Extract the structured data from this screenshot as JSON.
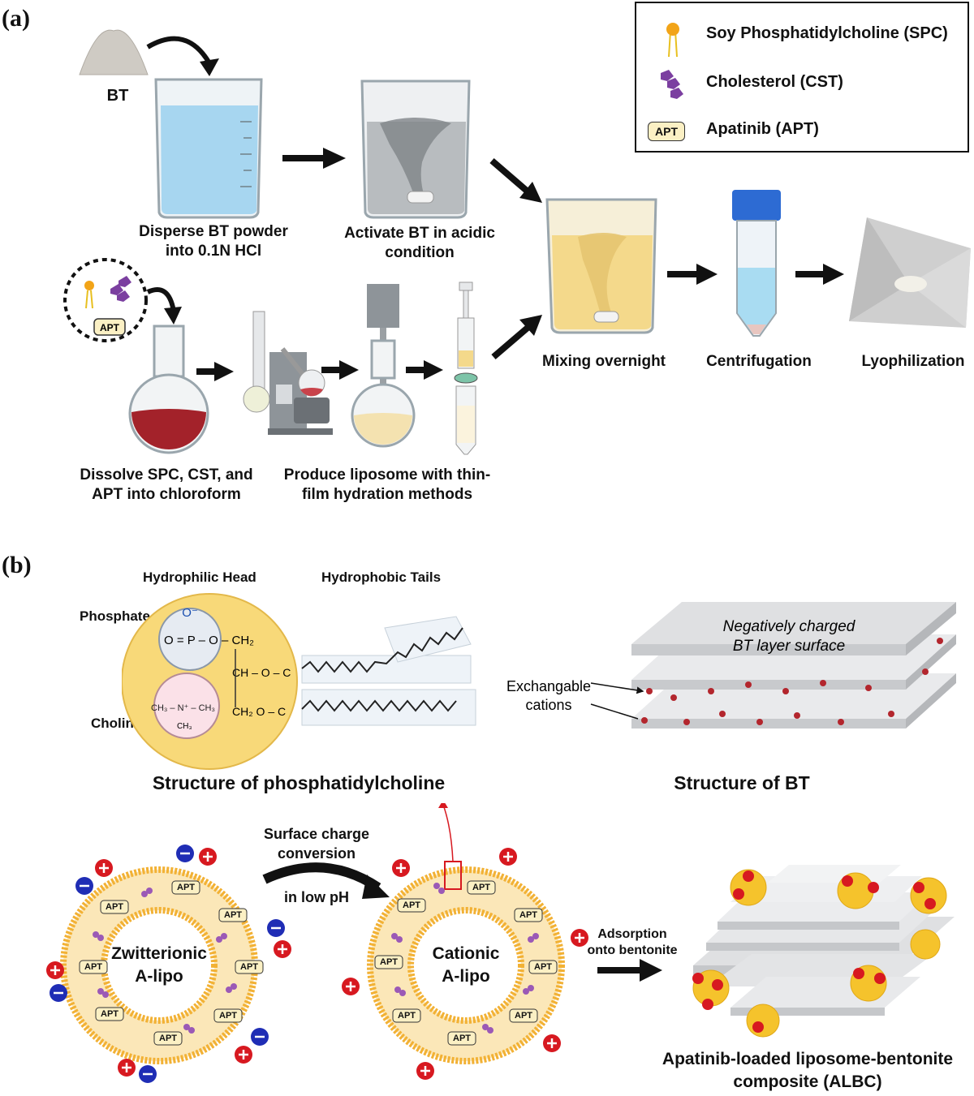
{
  "panel_a": {
    "label": "(a)",
    "bt_label": "BT",
    "steps": {
      "disperse": "Disperse BT powder into 0.1N HCl",
      "activate": "Activate BT in acidic condition",
      "mixing": "Mixing overnight",
      "centrifugation": "Centrifugation",
      "lyophilization": "Lyophilization",
      "dissolve": "Dissolve SPC, CST, and APT into chloroform",
      "produce": "Produce liposome with thin-film hydration methods"
    },
    "apt_tag": "APT"
  },
  "legend": {
    "items": [
      {
        "label": "Soy Phosphatidylcholine (SPC)",
        "icon": "spc-lipid-icon"
      },
      {
        "label": "Cholesterol (CST)",
        "icon": "cholesterol-icon"
      },
      {
        "label": "Apatinib (APT)",
        "icon": "apt-tag-icon",
        "tag": "APT"
      }
    ]
  },
  "panel_b": {
    "label": "(b)",
    "pc": {
      "head_label": "Hydrophilic Head",
      "tails_label": "Hydrophobic Tails",
      "phosphate": "Phosphate",
      "choline": "Choline",
      "title": "Structure of phosphatidylcholine",
      "o_minus": "O⁻",
      "p_row": "O = P – O – CH₂",
      "ch_row": "CH – O – C",
      "ch2_row": "CH₂ O – C",
      "n_row": "CH₃ – N⁺ – CH₃",
      "ch3": "CH₃"
    },
    "bt": {
      "surface": "Negatively charged BT layer surface",
      "surface_line1": "Negatively charged",
      "surface_line2": "BT layer surface",
      "cations": "Exchangable cations",
      "cations_line1": "Exchangable",
      "cations_line2": "cations",
      "title": "Structure of BT"
    },
    "conversion": {
      "line1": "Surface charge",
      "line2": "conversion",
      "line3": "in low pH"
    },
    "zwitterionic": {
      "line1": "Zwitterionic",
      "line2": "A-lipo"
    },
    "cationic": {
      "line1": "Cationic",
      "line2": "A-lipo"
    },
    "adsorption": {
      "line1": "Adsorption",
      "line2": "onto bentonite"
    },
    "albc": {
      "line1": "Apatinib-loaded liposome-bentonite",
      "line2": "composite (ALBC)"
    },
    "apt_tag": "APT"
  },
  "colors": {
    "arrow": "#111111",
    "lipid_orange": "#f2b134",
    "cholesterol_purple": "#7b3fa0",
    "cation_red": "#d71920",
    "anion_blue": "#1f2db5",
    "apt_fill": "#fbf0c4",
    "water_blue": "#9fd3ef",
    "red_solution": "#a3222a",
    "yellow_mix": "#f4d98b"
  }
}
